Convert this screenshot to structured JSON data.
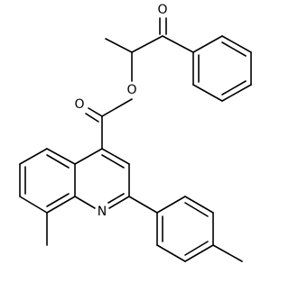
{
  "molecule": {
    "atoms": {
      "carbonyl_oxygen_top": "O",
      "ester_oxygen": "O",
      "ester_carbonyl_oxygen": "O",
      "quinoline_nitrogen": "N"
    }
  },
  "colors": {
    "bond": "#000000",
    "label": "#000000",
    "background": "#ffffff"
  }
}
